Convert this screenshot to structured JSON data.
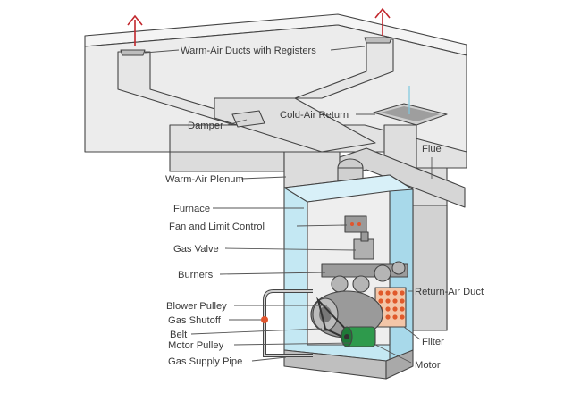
{
  "colors": {
    "outline": "#444444",
    "ceiling": "#efefef",
    "duct": "#e4e4e4",
    "duct_shade": "#cfcfcf",
    "furnace": "#bfe6f2",
    "furnace_edge": "#9fd4e6",
    "arrow": "#c2272d",
    "filter": "#e05a2b",
    "motor": "#2e9a4c",
    "shutoff": "#e0552e",
    "return_arrow": "#7cc8e0"
  },
  "labels": {
    "warm_air_ducts": "Warm-Air Ducts with Registers",
    "cold_air_return": "Cold-Air Return",
    "damper": "Damper",
    "flue": "Flue",
    "warm_air_plenum": "Warm-Air Plenum",
    "furnace": "Furnace",
    "fan_limit_control": "Fan and Limit Control",
    "gas_valve": "Gas Valve",
    "burners": "Burners",
    "return_air_duct": "Return-Air Duct",
    "blower_pulley": "Blower Pulley",
    "gas_shutoff": "Gas Shutoff",
    "belt": "Belt",
    "filter": "Filter",
    "motor_pulley": "Motor Pulley",
    "gas_supply_pipe": "Gas Supply Pipe",
    "motor": "Motor"
  }
}
